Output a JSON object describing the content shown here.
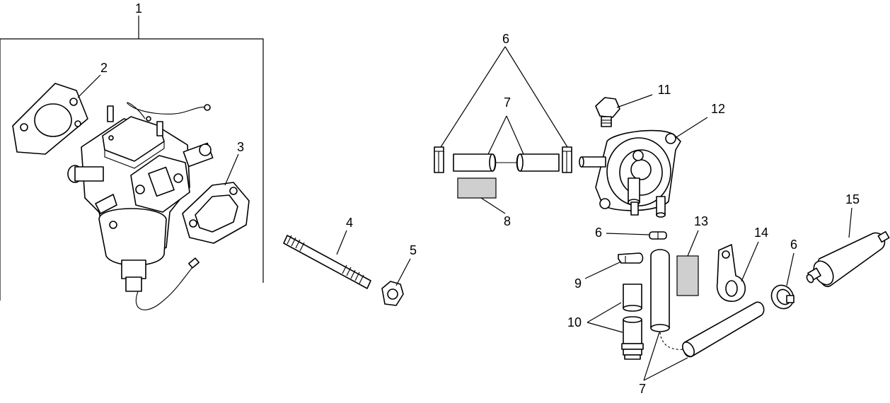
{
  "callouts": {
    "c1": "1",
    "c2": "2",
    "c3": "3",
    "c4": "4",
    "c5": "5",
    "c6a": "6",
    "c6b": "6",
    "c6c": "6",
    "c7a": "7",
    "c7b": "7",
    "c8": "8",
    "c9": "9",
    "c10": "10",
    "c11": "11",
    "c12": "12",
    "c13": "13",
    "c14": "14",
    "c15": "15"
  },
  "parts": [
    {
      "id": "carburetor-assembly",
      "icon": "carburetor-icon"
    },
    {
      "id": "carburetor-gasket",
      "icon": "gasket-icon"
    },
    {
      "id": "intake-gasket",
      "icon": "gasket-icon"
    },
    {
      "id": "stud",
      "icon": "stud-icon"
    },
    {
      "id": "hex-nut",
      "icon": "nut-icon"
    },
    {
      "id": "hose-clamp",
      "icon": "clamp-icon"
    },
    {
      "id": "fuel-line",
      "icon": "hose-icon"
    },
    {
      "id": "fuel-line-sleeve",
      "icon": "sleeve-icon"
    },
    {
      "id": "clip",
      "icon": "clip-icon"
    },
    {
      "id": "hose-fitting",
      "icon": "fitting-icon"
    },
    {
      "id": "vent-plug",
      "icon": "plug-icon"
    },
    {
      "id": "fuel-pump",
      "icon": "fuel-pump-icon"
    },
    {
      "id": "label",
      "icon": "label-icon"
    },
    {
      "id": "line-clamp",
      "icon": "line-clamp-icon"
    },
    {
      "id": "fuel-filter",
      "icon": "fuel-filter-icon"
    }
  ],
  "colors": {
    "ink": "#000000",
    "background": "#ffffff",
    "hatch_fill": "#cfcfcf"
  }
}
